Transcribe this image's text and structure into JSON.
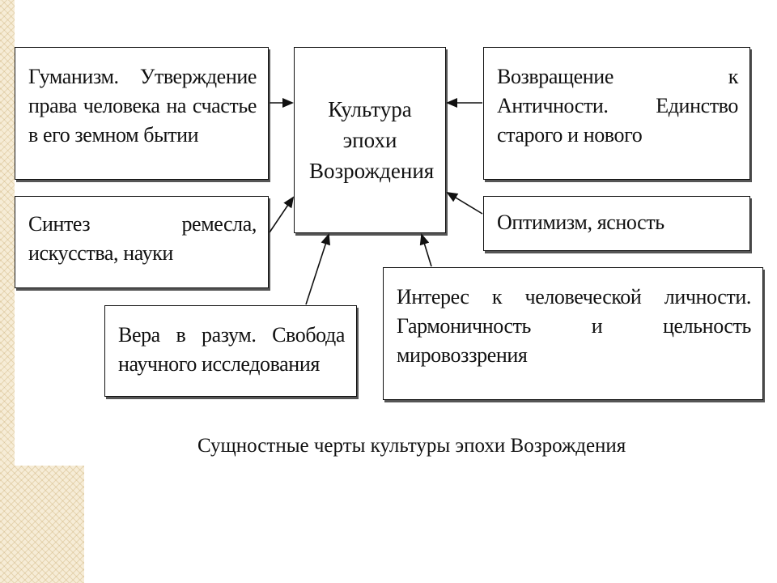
{
  "diagram": {
    "center": {
      "label": "Культура эпохи Возрождения"
    },
    "boxes": {
      "humanism": "Гуманизм. Утверждение права человека на счастье в его земном бытии",
      "synthesis": "Синтез ремесла, искусства, науки",
      "faith": "Вера в разум. Свобода научного исследования",
      "antiquity": "Возвращение к Античности. Единство старого и нового",
      "optimism": "Оптимизм, ясность",
      "interest": "Интерес к человеческой личности. Гармоничность и цельность мировоззрения"
    },
    "caption": "Сущностные черты культуры эпохи Возрождения"
  },
  "colors": {
    "border": "#111111",
    "shadow": "#555555",
    "decor_strip": "#f6ecd6"
  }
}
